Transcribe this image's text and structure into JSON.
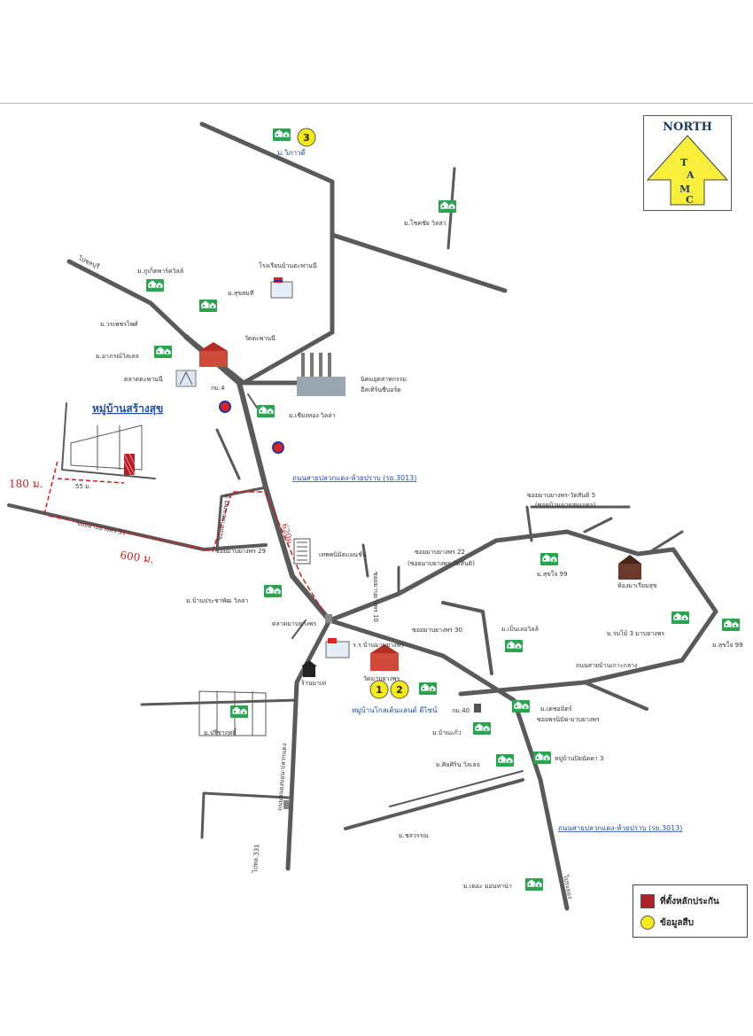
{
  "map": {
    "title_village": "หมู่บ้านสร้างสุข",
    "north": {
      "word": "NORTH",
      "letters": [
        "T",
        "A",
        "M",
        "C"
      ]
    },
    "measures": {
      "m180": "180 ม.",
      "m600": "600 ม.",
      "m620": "620ม.",
      "m55": "55 ม."
    },
    "roads": {
      "main_1": "ถนนสายปลวกแดง-ห้วยปราบ (รย.3013)",
      "main_2": "ถนนสายปลวกแดง-ห้วยปราบ (รย.3013)",
      "soi_22": "ซอยมาบยางพร 22",
      "soi_22_sub": "(ซอยมาบยางพร-วัดสันติ)",
      "soi_5": "ซอยมาบยางพร-วัดสันติ 5",
      "soi_5_sub": "(ซอยบ้านนายสมเกตร)",
      "soi_29": "ซอยมาบยางพร 29",
      "soi_31": "ซอยมาบยางพร 31",
      "soi_30": "ซอยมาบยางพร 30",
      "soi_v": "ซอยมาบยางพร 9",
      "route_north": "ซอยมาบยางพร 10",
      "route_south": "ถนนหนองบอน-ปลวกแดง",
      "route_331": "ไปทล.331",
      "to_south": "ไประยอง",
      "to_north": "ไปชลบุรี",
      "road_south_se": "ถนนสายบ้านเกาะกลาง",
      "soi_east": "ซอยพรนิมิต-มาบยางพร",
      "km": "กม.40"
    },
    "places": {
      "m_vipawadee": "ม.วิภาวดี",
      "m_chokchai": "ม.โชคชัย วิลล่า",
      "school": "โรงเรียนบ้านตะพานนี",
      "m_phuket": "ม.ภูเก็ตพาร์ควิลล์",
      "m_sukhothai": "ม.สุขสมที",
      "m_somsak": "ม.วรเพชรไพศ์",
      "m_apichat": "ม.อาภรณ์วิลเลจ",
      "temple_top": "วัดตะพานนี",
      "market_top": "ตลาดตะพานนี",
      "km4": "กม.4",
      "industry": "นิคมอุตสาหกรรม",
      "industry_2": "อีสเทิร์นซีบอร์ด",
      "m_chiang": "ม.เชียงทอง วิลล่า",
      "apartment": "เทพพนิมิตแมนชั่น",
      "m_prachapat": "ม.บ้านประชาพัฒ วิลล่า",
      "market_center": "ตลาดมาบยางพร",
      "school_center": "ร.ร.บ้านมาบยางพร",
      "temple_center": "วัดมาบยางพร",
      "shop": "ร้านมาเท่",
      "village_main": "หมู่บ้านโกลเด้นแลนด์ ดีไซน์",
      "m_benz": "ม.เบ็นเลอวิลล์",
      "m_sukjai": "ม.สุขใจ 99",
      "m_sukjai_2": "ม.สุขใจ 99",
      "monastery": "ท้องมาเรียมสุข",
      "m_hansa": "ม.ร่มไม้ 3 มาบยางพร",
      "m_dechamit": "ม.เดชอมิตร์",
      "m_preecha": "ม.ปรีชาฤทธิ์",
      "m_golden": "ม.บ้านแก้ว",
      "m_siwat": "ม.ศิลศิริน วิลเลจ",
      "m_nat3": "หมู่บ้านปิยนัดดา 3",
      "m_chunlawan": "ม.ชลวรรณ",
      "m_tanwa": "ม.เดอะ มอนทาน่า"
    },
    "markers": [
      "3",
      "1",
      "2"
    ]
  },
  "legend": {
    "location": "ที่ตั้งหลักประกัน",
    "info": "ข้อมูลสืบ"
  },
  "colors": {
    "road": "#5a5a5a",
    "red_route": "#d01c1c",
    "blue_label": "#1f4fa0",
    "marker_yellow": "#f5ea14",
    "north_yellow": "#f8ef3a",
    "house_green": "#2aa54a"
  }
}
